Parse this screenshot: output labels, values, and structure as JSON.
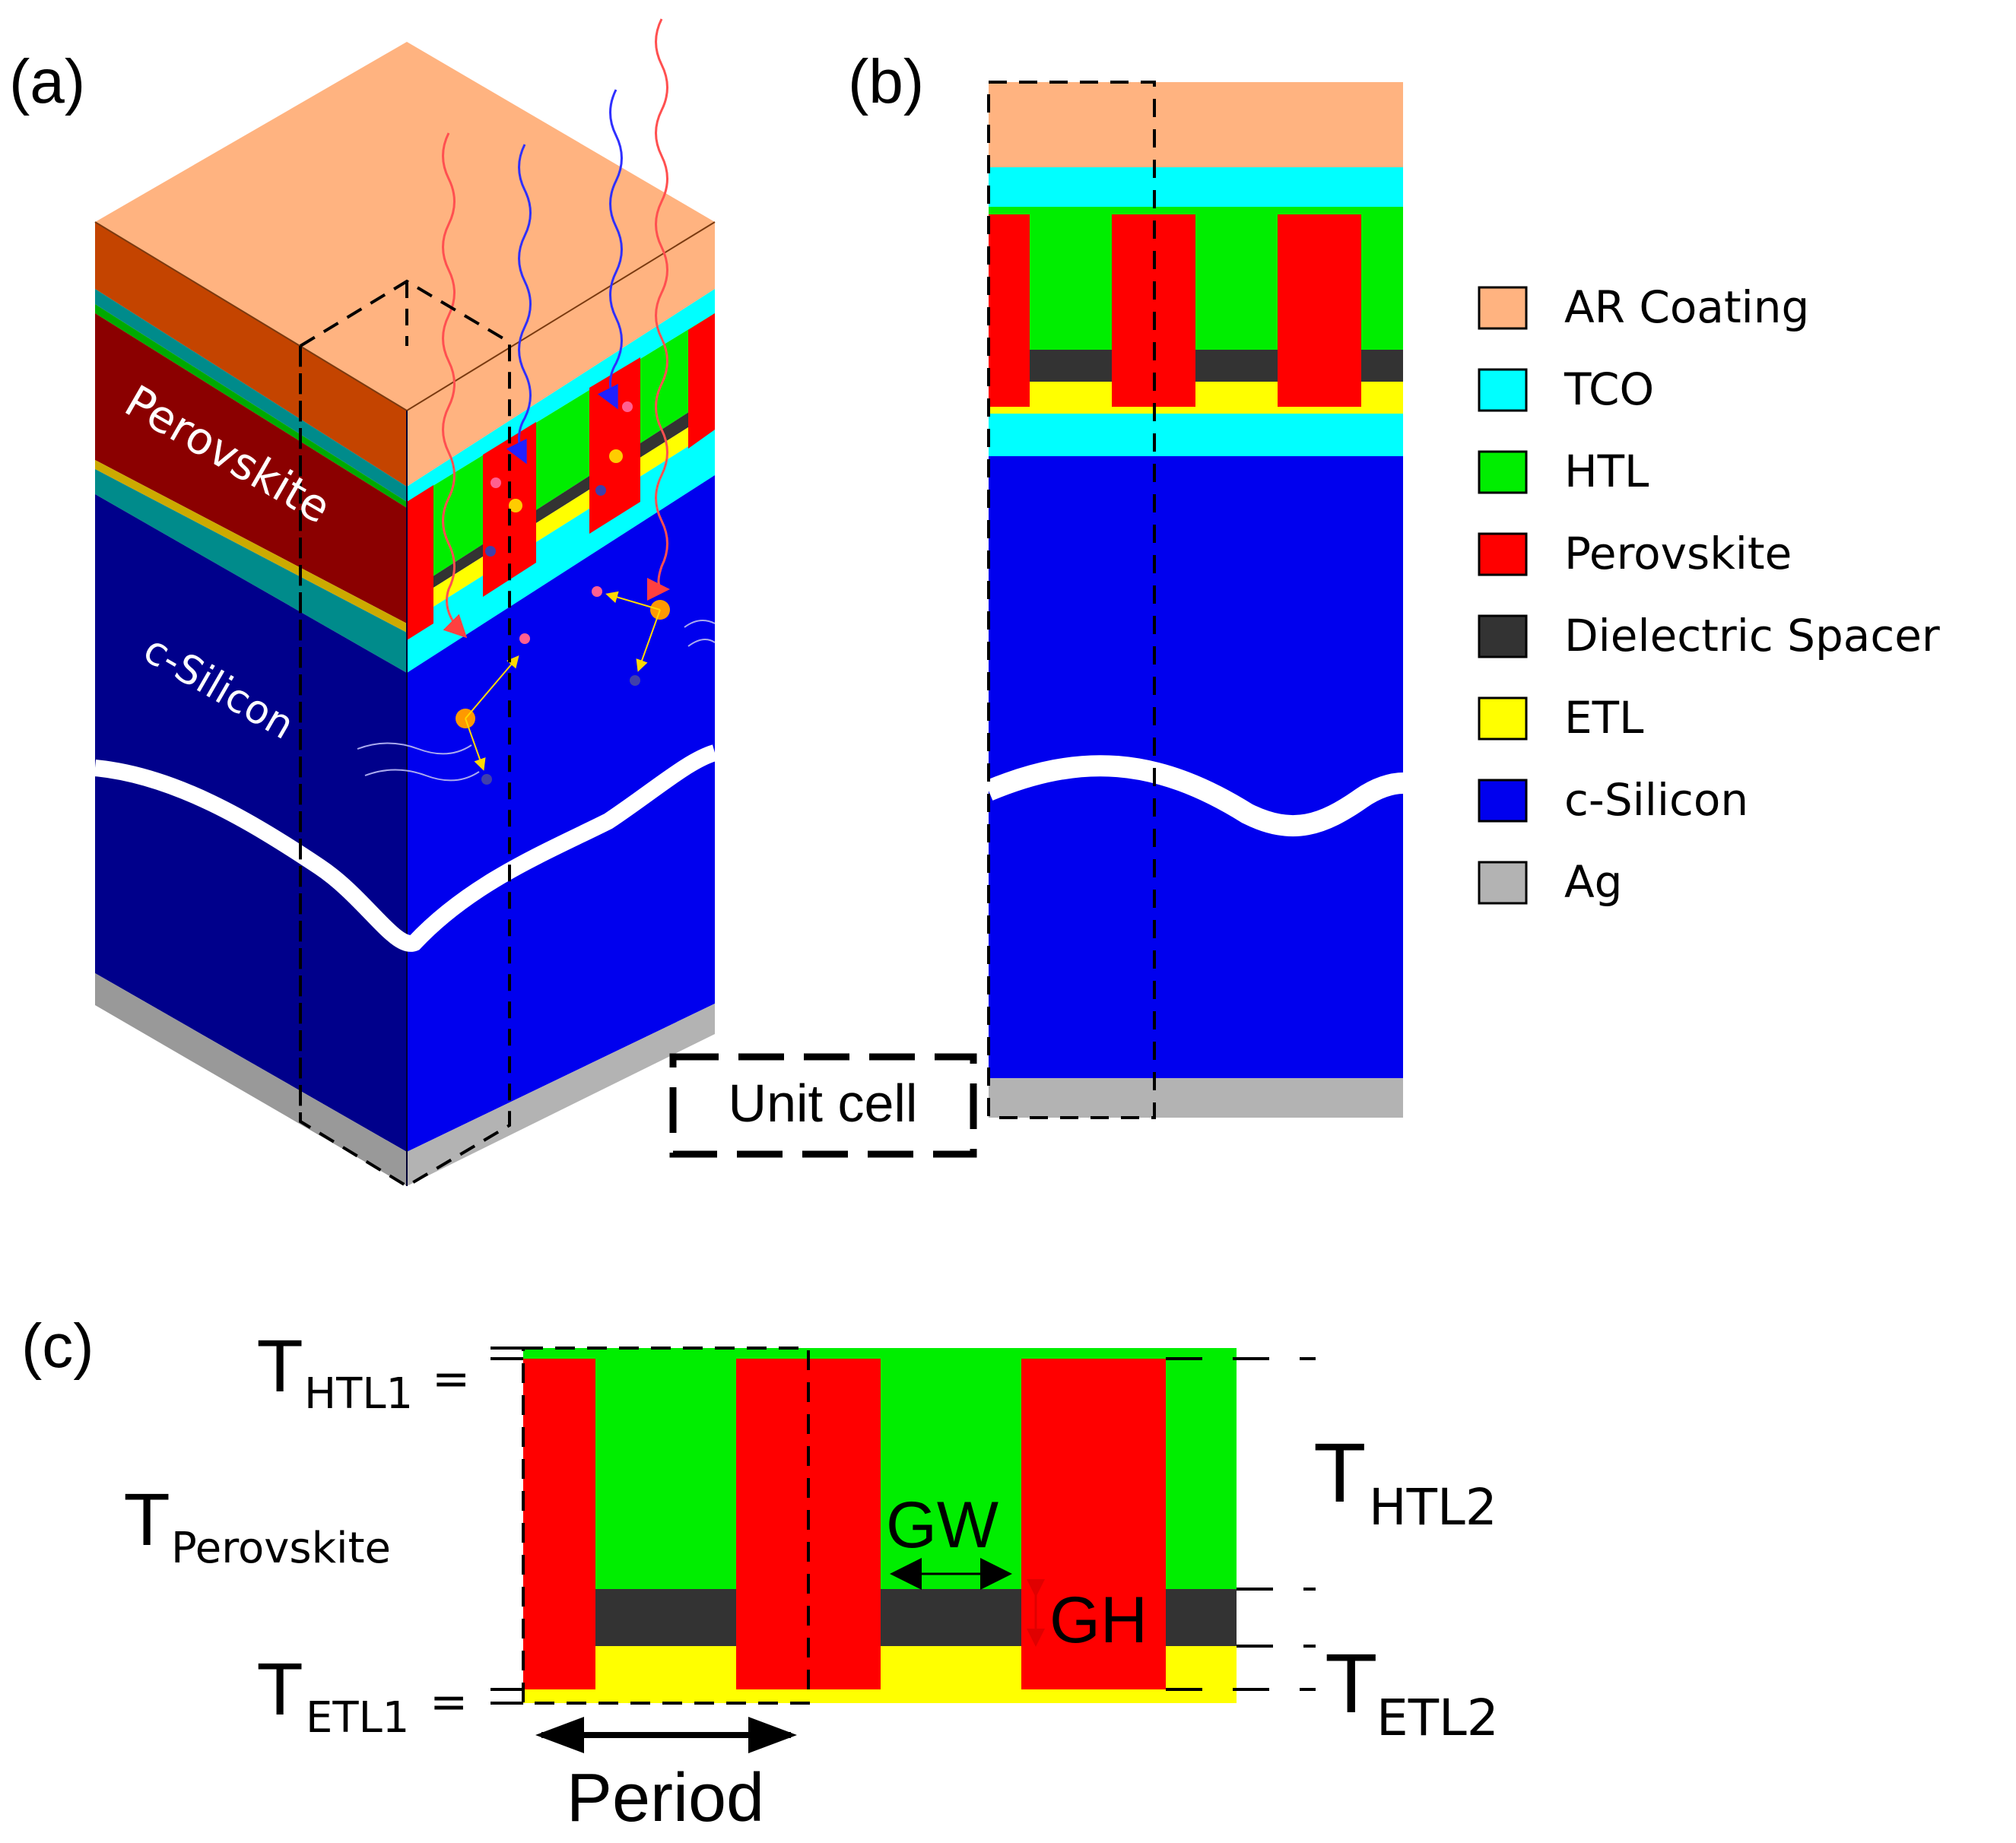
{
  "panels": {
    "a": "(a)",
    "b": "(b)",
    "c": "(c)"
  },
  "panel_a": {
    "perovskite_label": "Perovskite",
    "silicon_label": "c-Silicon"
  },
  "unit_cell_label": "Unit cell",
  "legend": {
    "items": [
      {
        "label": "AR Coating",
        "color": "#FFB380"
      },
      {
        "label": "TCO",
        "color": "#00FFFF"
      },
      {
        "label": "HTL",
        "color": "#00EE00"
      },
      {
        "label": "Perovskite",
        "color": "#FF0000"
      },
      {
        "label": "Dielectric Spacer",
        "color": "#333333"
      },
      {
        "label": "ETL",
        "color": "#FFFF00"
      },
      {
        "label": "c-Silicon",
        "color": "#0000EE"
      },
      {
        "label": "Ag",
        "color": "#B3B3B3"
      }
    ]
  },
  "panel_c": {
    "t_htl1_main": "T",
    "t_htl1_sub": "HTL1",
    "t_htl1_eq": "=",
    "t_perovskite_main": "T",
    "t_perovskite_sub": "Perovskite",
    "t_etl1_main": "T",
    "t_etl1_sub": "ETL1",
    "t_etl1_eq": "=",
    "t_htl2_main": "T",
    "t_htl2_sub": "HTL2",
    "t_etl2_main": "T",
    "t_etl2_sub": "ETL2",
    "gw": "GW",
    "gh": "GH",
    "period": "Period"
  }
}
